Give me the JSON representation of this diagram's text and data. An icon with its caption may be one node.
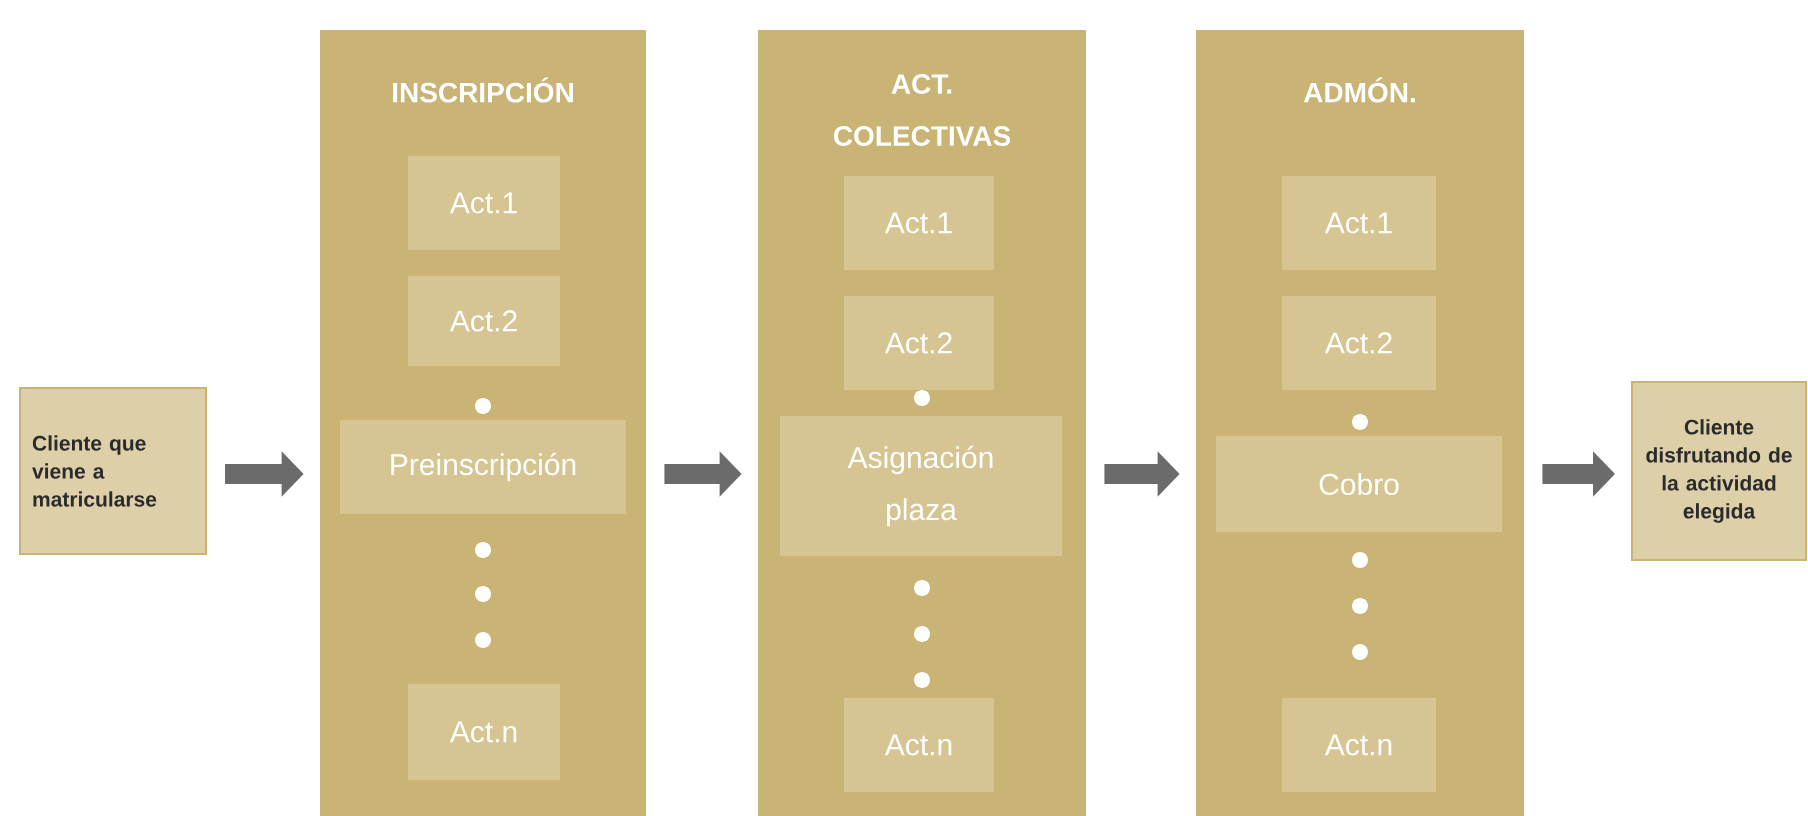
{
  "diagram": {
    "nodes": [
      {
        "text": [
          "Cliente que viene a matricularse"
        ]
      },
      {
        "text": [
          "INSCRIPCIÓN"
        ]
      },
      {
        "text": [
          "Act.1"
        ],
        "in": 1
      },
      {
        "text": [
          "Act.2"
        ],
        "in": 1
      },
      {
        "text": [
          "Preinscripción"
        ],
        "in": 1
      },
      {
        "text": [
          "Act.n"
        ],
        "in": 1
      },
      {
        "text": [
          "ACT. COLECTIVAS"
        ]
      },
      {
        "text": [
          "Act.1"
        ],
        "in": 6
      },
      {
        "text": [
          "Act.2"
        ],
        "in": 6
      },
      {
        "text": [
          "Asignación plaza"
        ],
        "in": 6
      },
      {
        "text": [
          "Act.n"
        ],
        "in": 6
      },
      {
        "text": [
          "ADMÓN."
        ]
      },
      {
        "text": [
          "Act.1"
        ],
        "in": 11
      },
      {
        "text": [
          "Act.2"
        ],
        "in": 11
      },
      {
        "text": [
          "Cobro"
        ],
        "in": 11
      },
      {
        "text": [
          "Act.n"
        ],
        "in": 11
      },
      {
        "text": [
          "Cliente disfrutando de la actividad elegida"
        ]
      }
    ],
    "edges": [
      {
        "from": 0,
        "to": 1,
        "arrow": "to"
      },
      {
        "from": 1,
        "to": 6,
        "arrow": "to"
      },
      {
        "from": 6,
        "to": 11,
        "arrow": "to"
      },
      {
        "from": 11,
        "to": 16,
        "arrow": "to"
      }
    ]
  }
}
